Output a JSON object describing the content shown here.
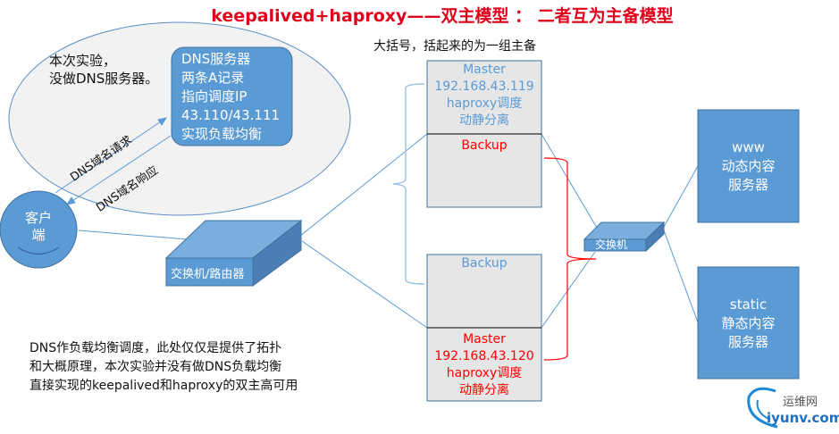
{
  "title": "keepalived+haproxy——双主模型 ： 二者互为主备模型",
  "ellipse_note": [
    "本次实验，",
    "没做DNS服务器。"
  ],
  "dns_server": [
    "DNS服务器",
    "两条A记录",
    "指向调度IP",
    "43.110/43.111",
    "实现负载均衡"
  ],
  "dns_request": "DNS域名请求",
  "dns_response": "DNS域名响应",
  "client": [
    "客户",
    "端"
  ],
  "router": "交换机/路由器",
  "brace_note": "大括号，括起来的为一组主备",
  "node1": {
    "top": [
      "Master",
      "192.168.43.119",
      "haproxy调度",
      "动静分离"
    ],
    "bottom": "Backup"
  },
  "node2": {
    "top": "Backup",
    "bottom": [
      "Master",
      "192.168.43.120",
      "haproxy调度",
      "动静分离"
    ]
  },
  "switch": "交换机",
  "www_server": [
    "www",
    "动态内容",
    "服务器"
  ],
  "static_server": [
    "static",
    "静态内容",
    "服务器"
  ],
  "bottom_note": [
    "DNS作负载均衡调度，此处仅仅是提供了拓扑",
    "和大概原理，本次实验并没有做DNS负载均衡",
    "直接实现的keepalived和haproxy的双主高可用"
  ],
  "logo": {
    "cn": "运维网",
    "en": "iyunv.com"
  },
  "colors": {
    "accent": "#5b9bd5",
    "red": "#ff0000",
    "title": "#e0001b",
    "node_fill": "#e6e6e6"
  }
}
